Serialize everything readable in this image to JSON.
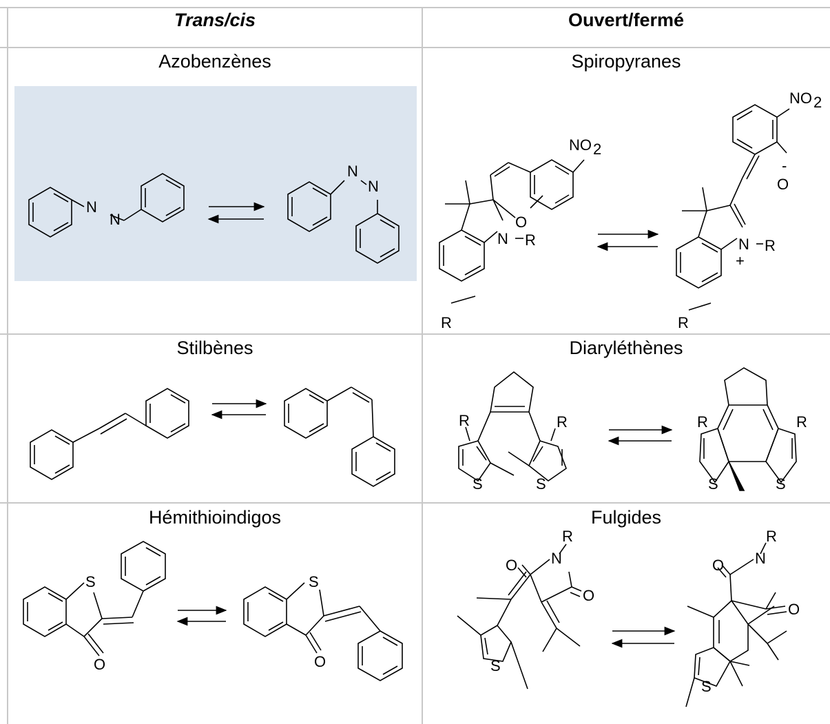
{
  "headers": {
    "left": "Trans/cis",
    "right": "Ouvert/fermé"
  },
  "cells": [
    {
      "title": "Azobenzènes",
      "highlighted": true
    },
    {
      "title": "Spiropyranes"
    },
    {
      "title": "Stilbènes"
    },
    {
      "title": "Diaryléthènes"
    },
    {
      "title": "Hémithioindigos"
    },
    {
      "title": "Fulgides"
    }
  ],
  "atoms": {
    "N": "N",
    "O": "O",
    "S": "S",
    "R": "R",
    "NO2_main": "NO",
    "NO2_sub": "2",
    "minus": "-",
    "plus": "+",
    "dash": "-"
  },
  "colors": {
    "highlight": "#dce5ef",
    "gridline": "#c8c8c8"
  }
}
